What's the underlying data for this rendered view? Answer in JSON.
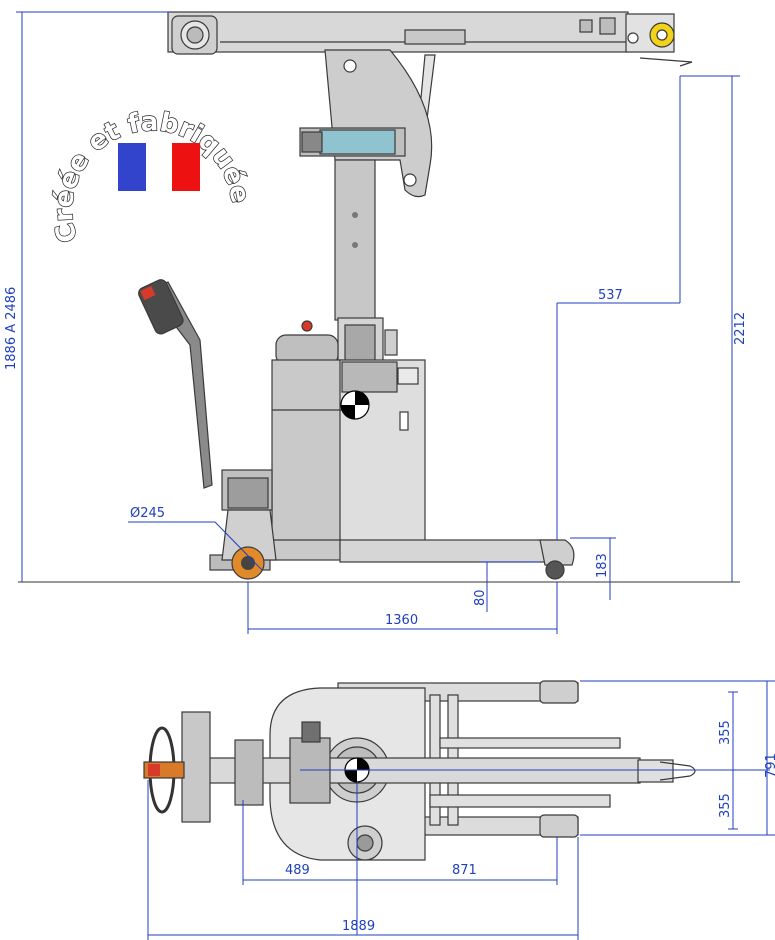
{
  "dimensions": {
    "overall_height": "1886 A 2486",
    "hook_height": "2212",
    "boom_reach": "537",
    "wheel_diameter": "Ø245",
    "wheelbase": "1360",
    "ground_clearance": "80",
    "leg_height": "183",
    "leg_offset_top": "355",
    "leg_offset_bottom": "355",
    "overall_width": "791",
    "rear_length": "489",
    "front_length": "871",
    "overall_length": "1889"
  },
  "stamp": {
    "text": "Créée et fabriquée en France",
    "flag_colors": [
      "#3344cc",
      "#ffffff",
      "#ee1111"
    ]
  },
  "colors": {
    "dimension_blue": "#1f3fbf",
    "body_grey": "#d8d8d8",
    "accent_teal": "#8fc3cf",
    "hook_yellow": "#f2d21a",
    "handle_red": "#d83a2a"
  }
}
